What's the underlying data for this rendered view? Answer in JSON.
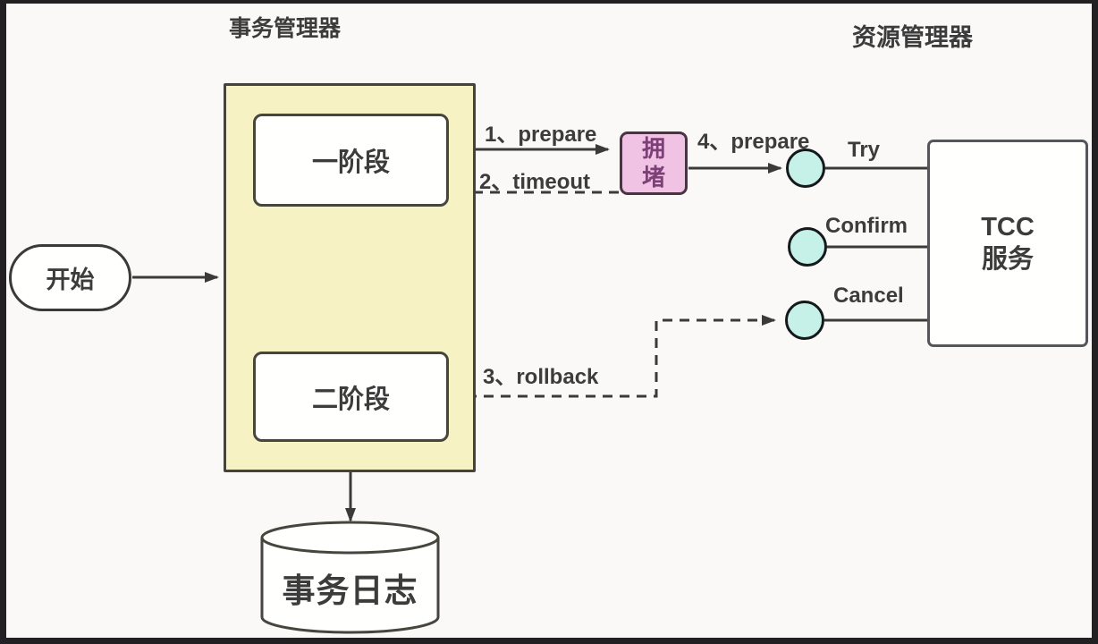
{
  "titles": {
    "transaction_manager": "事务管理器",
    "resource_manager": "资源管理器"
  },
  "nodes": {
    "start": "开始",
    "phase1": "一阶段",
    "phase2": "二阶段",
    "congestion": "拥堵",
    "tcc_service_line1": "TCC",
    "tcc_service_line2": "服务",
    "transaction_log": "事务日志"
  },
  "edge_labels": {
    "prepare_1": "1、prepare",
    "timeout_2": "2、timeout",
    "rollback_3": "3、rollback",
    "prepare_4": "4、prepare",
    "try": "Try",
    "confirm": "Confirm",
    "cancel": "Cancel"
  },
  "colors": {
    "bg": "#faf9f8",
    "edge-strip": "#232023",
    "line": "#3a3a3a",
    "text": "#3c3c3c",
    "yellow-fill": "#f6f2c4",
    "yellow-border": "#45443c",
    "node-fill": "#fffffe",
    "node-border": "#47463e",
    "pink-fill": "#f0c3e5",
    "pink-border": "#493442",
    "pink-text": "#7c3f76",
    "circle-fill": "#c6f1e9",
    "circle-border": "#16191b",
    "tcc-border": "#55565a"
  }
}
